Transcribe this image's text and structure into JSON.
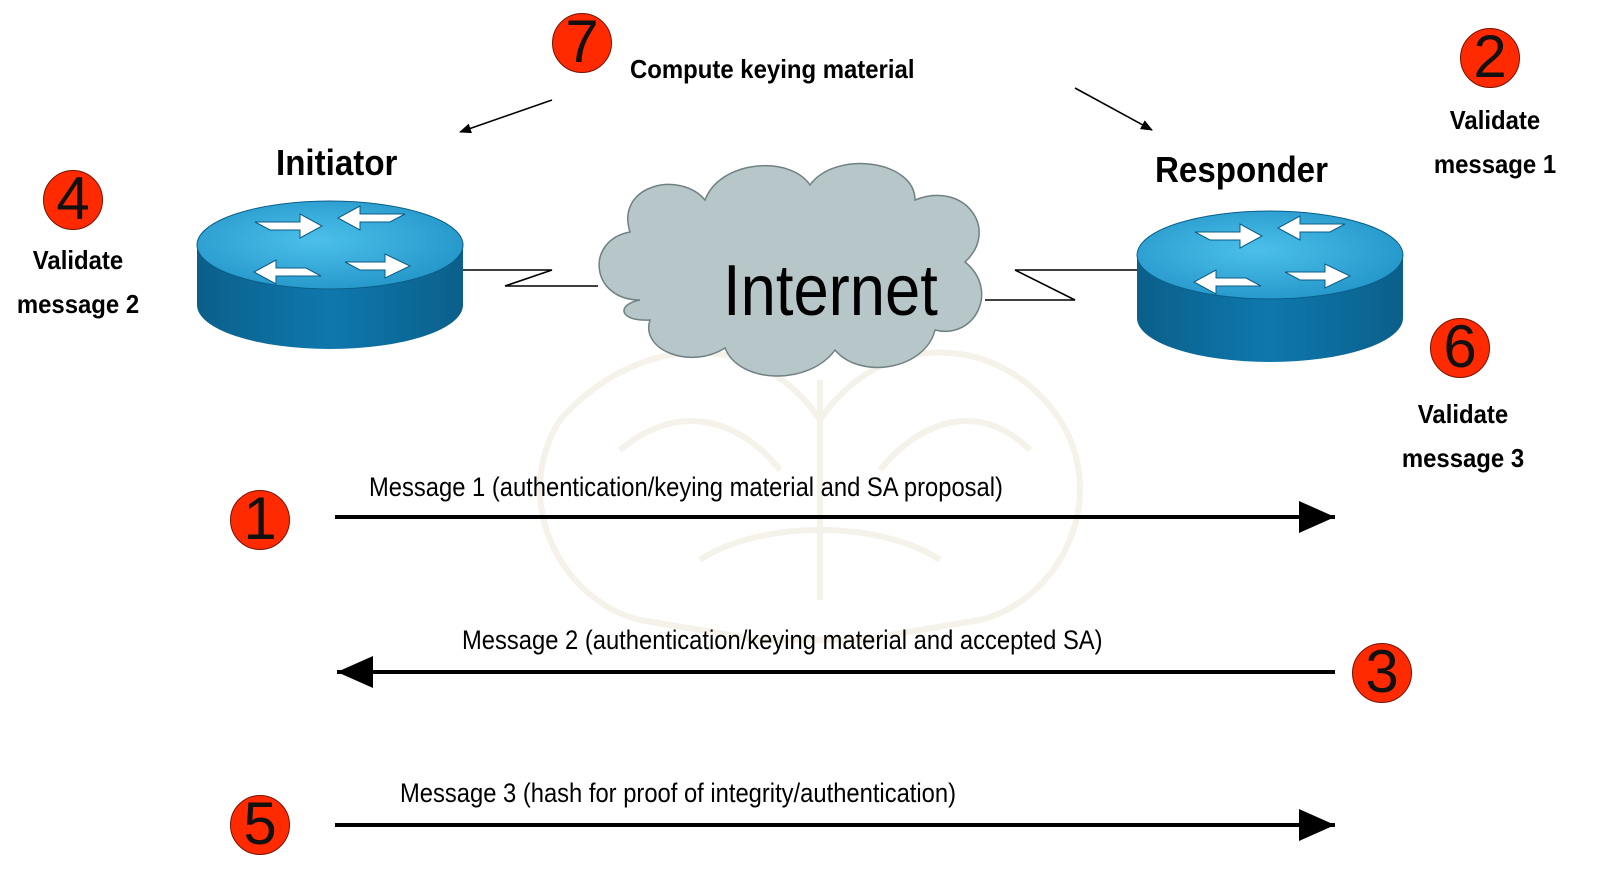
{
  "compute_label": "Compute keying material",
  "initiator": {
    "title": "Initiator",
    "note": [
      "Validate",
      "message 2"
    ]
  },
  "responder": {
    "title": "Responder",
    "note_top": [
      "Validate",
      "message 1"
    ],
    "note_bottom": [
      "Validate",
      "message 3"
    ]
  },
  "cloud_label": "Internet",
  "messages": [
    {
      "label": "Message 1 (authentication/keying material and SA proposal)",
      "direction": "right"
    },
    {
      "label": "Message 2 (authentication/keying material and accepted SA)",
      "direction": "left"
    },
    {
      "label": "Message 3 (hash for proof of integrity/authentication)",
      "direction": "right"
    }
  ],
  "steps": [
    "1",
    "2",
    "3",
    "4",
    "5",
    "6",
    "7"
  ],
  "colors": {
    "step_badge": "#ff2a00",
    "router_top": "#29a4d6",
    "router_side": "#0a6e9f",
    "cloud": "#b7c7c9"
  },
  "icons": [
    "router-icon",
    "cloud-icon"
  ]
}
